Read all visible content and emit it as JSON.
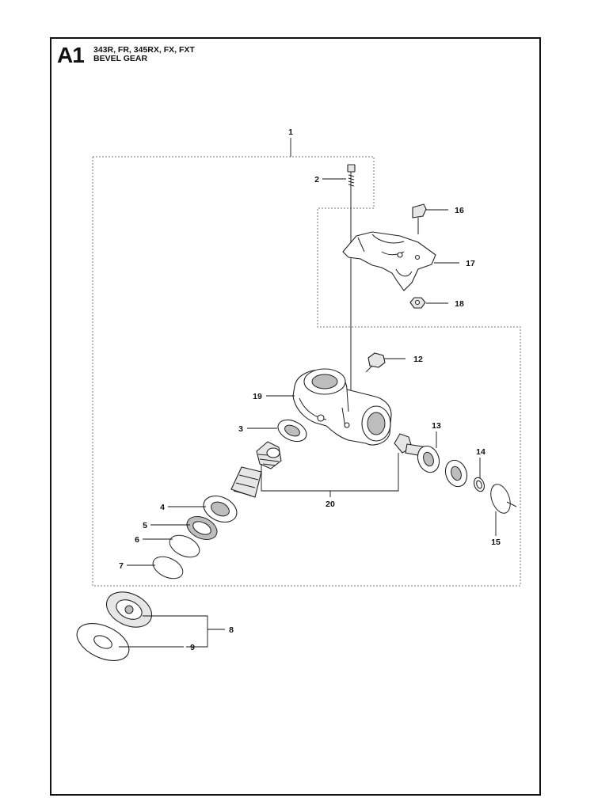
{
  "header": {
    "section_id": "A1",
    "models": "343R, FR, 345RX, FX, FXT",
    "part_name": "BEVEL GEAR"
  },
  "callouts": [
    "1",
    "2",
    "3",
    "4",
    "5",
    "6",
    "7",
    "8",
    "9",
    "12",
    "13",
    "14",
    "15",
    "16",
    "17",
    "18",
    "19",
    "20"
  ],
  "colors": {
    "line": "#111111",
    "dashed_group": "#777777",
    "paper": "#ffffff"
  }
}
